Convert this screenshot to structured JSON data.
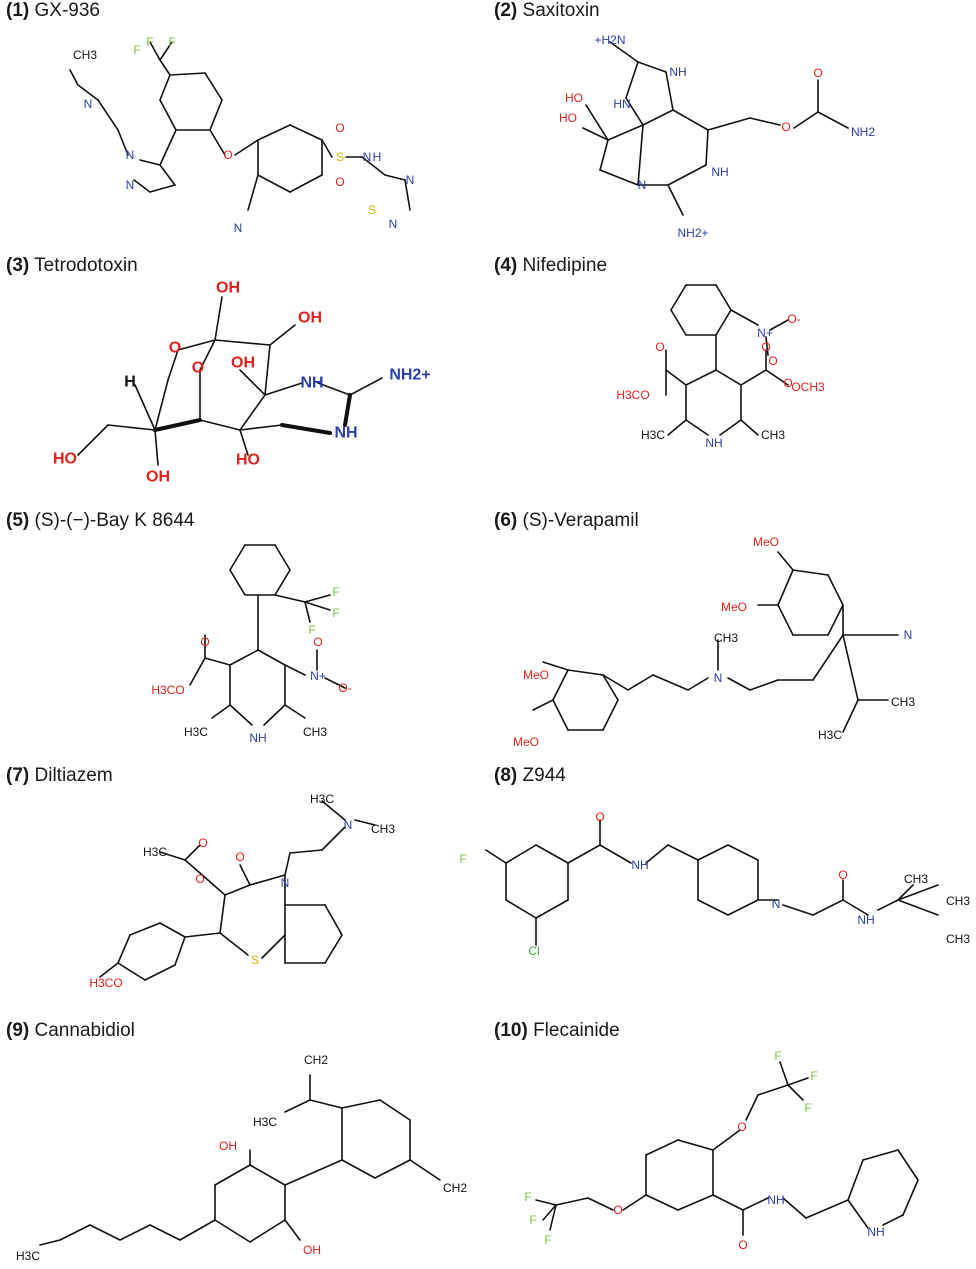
{
  "colors": {
    "carbon": "#111111",
    "oxygen": "#e0201b",
    "nitrogen": "#2b3da8",
    "fluorine": "#7cc04a",
    "chlorine": "#3caa3c",
    "sulfur": "#c9b600",
    "title": "#1a1a1a"
  },
  "panels": [
    {
      "number": "(1)",
      "name": "GX-936",
      "atoms": [
        {
          "t": "F"
        },
        {
          "t": "F"
        },
        {
          "t": "F"
        },
        {
          "t": "CH3"
        },
        {
          "t": "N"
        },
        {
          "t": "N"
        },
        {
          "t": "N"
        },
        {
          "t": "O"
        },
        {
          "t": "S"
        },
        {
          "t": "O"
        },
        {
          "t": "O"
        },
        {
          "t": "N"
        },
        {
          "t": "H"
        },
        {
          "t": "N"
        },
        {
          "t": "S"
        },
        {
          "t": "N"
        },
        {
          "t": "N"
        }
      ]
    },
    {
      "number": "(2)",
      "name": "Saxitoxin",
      "atoms": [
        {
          "t": "+H2N"
        },
        {
          "t": "NH"
        },
        {
          "t": "HO"
        },
        {
          "t": "HN"
        },
        {
          "t": "HO"
        },
        {
          "t": "O"
        },
        {
          "t": "O"
        },
        {
          "t": "NH2"
        },
        {
          "t": "N"
        },
        {
          "t": "NH"
        },
        {
          "t": "NH2+"
        }
      ]
    },
    {
      "number": "(3)",
      "name": "Tetrodotoxin",
      "atoms": [
        {
          "t": "OH"
        },
        {
          "t": "OH"
        },
        {
          "t": "O"
        },
        {
          "t": "O"
        },
        {
          "t": "H"
        },
        {
          "t": "NH"
        },
        {
          "t": "NH2+"
        },
        {
          "t": "NH"
        },
        {
          "t": "OH"
        },
        {
          "t": "HO"
        },
        {
          "t": "OH"
        },
        {
          "t": "HO"
        }
      ]
    },
    {
      "number": "(4)",
      "name": "Nifedipine",
      "atoms": [
        {
          "t": "N+"
        },
        {
          "t": "O-"
        },
        {
          "t": "O"
        },
        {
          "t": "O"
        },
        {
          "t": "O"
        },
        {
          "t": "O"
        },
        {
          "t": "H3CO"
        },
        {
          "t": "OCH3"
        },
        {
          "t": "H3C"
        },
        {
          "t": "CH3"
        },
        {
          "t": "NH"
        }
      ]
    },
    {
      "number": "(5)",
      "name": "(S)-(−)-Bay K 8644",
      "atoms": [
        {
          "t": "F"
        },
        {
          "t": "F"
        },
        {
          "t": "F"
        },
        {
          "t": "O"
        },
        {
          "t": "O"
        },
        {
          "t": "N+"
        },
        {
          "t": "O-"
        },
        {
          "t": "H3CO"
        },
        {
          "t": "H3C"
        },
        {
          "t": "CH3"
        },
        {
          "t": "NH"
        }
      ]
    },
    {
      "number": "(6)",
      "name": "(S)-Verapamil",
      "atoms": [
        {
          "t": "MeO"
        },
        {
          "t": "MeO"
        },
        {
          "t": "CH3"
        },
        {
          "t": "N"
        },
        {
          "t": "N"
        },
        {
          "t": "MeO"
        },
        {
          "t": "MeO"
        },
        {
          "t": "CH3"
        },
        {
          "t": "H3C"
        }
      ]
    },
    {
      "number": "(7)",
      "name": "Diltiazem",
      "atoms": [
        {
          "t": "H3C"
        },
        {
          "t": "N"
        },
        {
          "t": "CH3"
        },
        {
          "t": "H3C"
        },
        {
          "t": "O"
        },
        {
          "t": "O"
        },
        {
          "t": "O"
        },
        {
          "t": "N"
        },
        {
          "t": "S"
        },
        {
          "t": "H3CO"
        }
      ]
    },
    {
      "number": "(8)",
      "name": "Z944",
      "atoms": [
        {
          "t": "O"
        },
        {
          "t": "F"
        },
        {
          "t": "NH"
        },
        {
          "t": "N"
        },
        {
          "t": "O"
        },
        {
          "t": "CH3"
        },
        {
          "t": "CH3"
        },
        {
          "t": "CH3"
        },
        {
          "t": "NH"
        },
        {
          "t": "Cl"
        }
      ]
    },
    {
      "number": "(9)",
      "name": "Cannabidiol",
      "atoms": [
        {
          "t": "CH2"
        },
        {
          "t": "H3C"
        },
        {
          "t": "OH"
        },
        {
          "t": "CH2"
        },
        {
          "t": "H3C"
        },
        {
          "t": "OH"
        }
      ]
    },
    {
      "number": "(10)",
      "name": "Flecainide",
      "atoms": [
        {
          "t": "F"
        },
        {
          "t": "F"
        },
        {
          "t": "F"
        },
        {
          "t": "O"
        },
        {
          "t": "F"
        },
        {
          "t": "F"
        },
        {
          "t": "F"
        },
        {
          "t": "O"
        },
        {
          "t": "NH"
        },
        {
          "t": "O"
        },
        {
          "t": "NH"
        }
      ]
    }
  ]
}
